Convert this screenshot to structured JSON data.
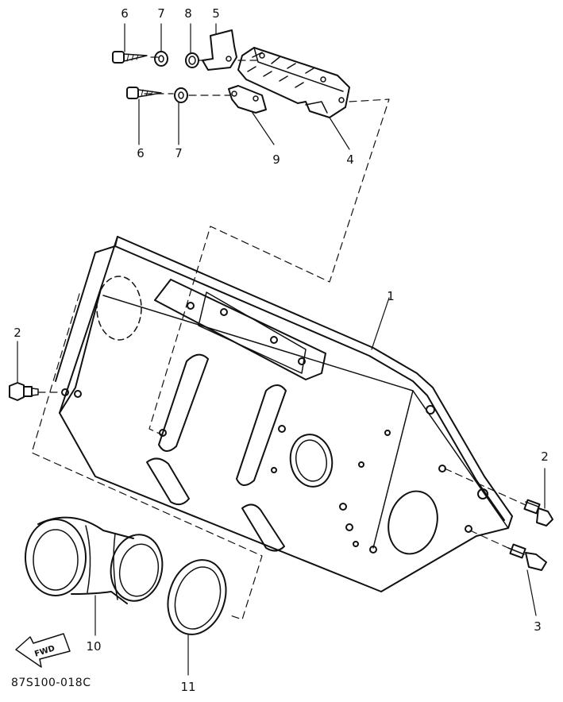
{
  "diagram": {
    "part_numbers": [
      "1",
      "2",
      "2",
      "3",
      "4",
      "5",
      "6",
      "6",
      "7",
      "7",
      "8",
      "9",
      "10",
      "11"
    ],
    "callouts": [
      {
        "id": "callout-6-top",
        "text": "6"
      },
      {
        "id": "callout-7-top",
        "text": "7"
      },
      {
        "id": "callout-8",
        "text": "8"
      },
      {
        "id": "callout-5",
        "text": "5"
      },
      {
        "id": "callout-6-bottom",
        "text": "6"
      },
      {
        "id": "callout-7-bottom",
        "text": "7"
      },
      {
        "id": "callout-9",
        "text": "9"
      },
      {
        "id": "callout-4",
        "text": "4"
      },
      {
        "id": "callout-1",
        "text": "1"
      },
      {
        "id": "callout-2-left",
        "text": "2"
      },
      {
        "id": "callout-2-right",
        "text": "2"
      },
      {
        "id": "callout-3",
        "text": "3"
      },
      {
        "id": "callout-10",
        "text": "10"
      },
      {
        "id": "callout-11",
        "text": "11"
      }
    ],
    "fwd_label": "FWD",
    "drawing_code": "87S100-018C"
  }
}
